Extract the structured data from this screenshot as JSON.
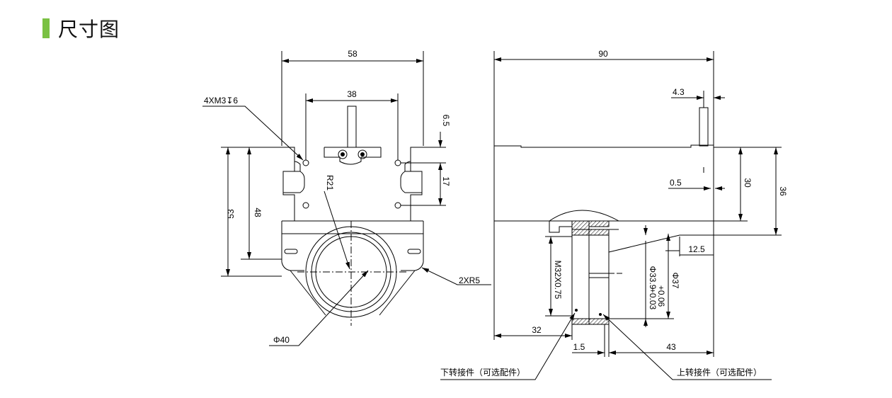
{
  "page_title": "尺寸图",
  "accent_color": "#7ac143",
  "front_view": {
    "dim_width_total": "58",
    "dim_width_holes": "38",
    "dim_thread_note": "4XM3↧6",
    "dim_height_53": "53",
    "dim_height_48": "48",
    "dim_radius": "R21",
    "dim_6_5": "6.5",
    "dim_17": "17",
    "dim_corner_radius": "2XR5",
    "dim_bore_diameter": "Φ40"
  },
  "side_view": {
    "dim_length_total": "90",
    "dim_4_3": "4.3",
    "dim_0_5": "0.5",
    "dim_30": "30",
    "dim_36": "36",
    "dim_12_5": "12.5",
    "dim_thread": "M32X0.75",
    "dim_phi_33_9": "Φ33.9",
    "dim_tol_upper": "+0.06",
    "dim_tol_lower": "+0.03",
    "dim_phi_37": "Φ37",
    "dim_32": "32",
    "dim_1_5": "1.5",
    "dim_43": "43",
    "label_lower_adapter": "下转接件（可选配件）",
    "label_upper_adapter": "上转接件（可选配件）"
  }
}
